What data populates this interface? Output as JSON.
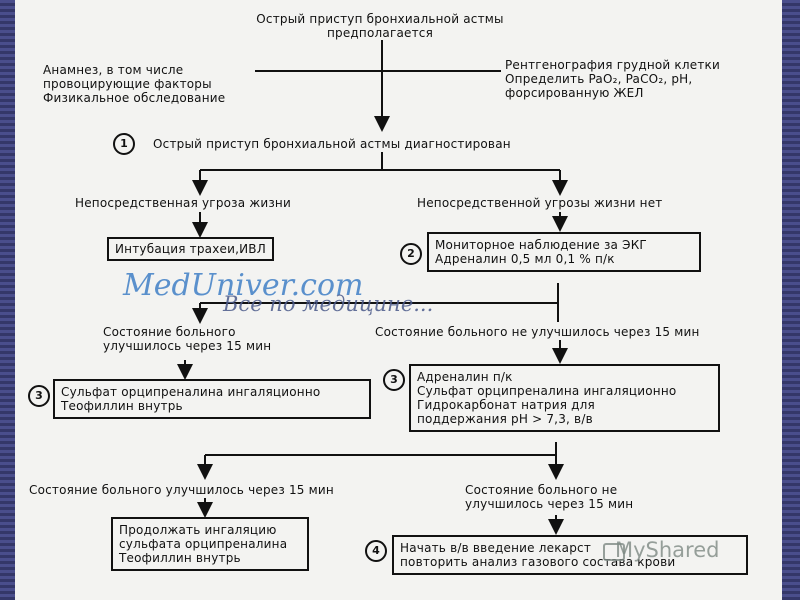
{
  "flowchart": {
    "top": {
      "line1": "Острый приступ бронхиальной астмы",
      "line2": "предполагается"
    },
    "left_note": {
      "line1": "Анамнез, в том числе",
      "line2": "провоцирующие факторы",
      "line3": "Физикальное обследование"
    },
    "right_note": {
      "line1": "Рентгенография грудной клетки",
      "line2": "Определить PaO₂, PaCO₂, pH,",
      "line3": "форсированную ЖЕЛ"
    },
    "step1": {
      "number": "1",
      "text": "Острый приступ бронхиальной астмы диагностирован"
    },
    "branch_left_label": "Непосредственная угроза жизни",
    "branch_right_label": "Непосредственной угрозы жизни нет",
    "box_intubation": "Интубация трахеи,ИВЛ",
    "step2": {
      "number": "2",
      "line1": "Мониторное наблюдение за ЭКГ",
      "line2": "Адреналин 0,5 мл 0,1 % п/к"
    },
    "improved_left": {
      "line1": "Состояние больного",
      "line2": "улучшилось через 15 мин"
    },
    "not_improved_right": "Состояние больного не улучшилось через 15 мин",
    "step3_left": {
      "number": "3",
      "line1": "Сульфат орципреналина ингаляционно",
      "line2": "Теофиллин внутрь"
    },
    "step3_right": {
      "number": "3",
      "line1": "Адреналин п/к",
      "line2": "Сульфат орципреналина ингаляционно",
      "line3": "Гидрокарбонат натрия для",
      "line4": "поддержания pH > 7,3, в/в"
    },
    "improved_lower": "Состояние больного улучшилось через 15 мин",
    "not_improved_lower": {
      "line1": "Состояние больного не",
      "line2": "улучшилось через 15 мин"
    },
    "box_continue": {
      "line1": "Продолжать ингаляцию",
      "line2": "сульфата орципреналина",
      "line3": "Теофиллин внутрь"
    },
    "step4": {
      "number": "4",
      "line1": "Начать в/в введение лекарст",
      "line2": "повторить анализ газового состава крови"
    }
  },
  "watermarks": {
    "site": "MedUniver.com",
    "tagline": "Все по медицине...",
    "share": "MyShared"
  },
  "colors": {
    "background": "#3c3f78",
    "paper": "#f3f3f1",
    "ink": "#111111",
    "watermark_blue": "#4a86c8"
  }
}
